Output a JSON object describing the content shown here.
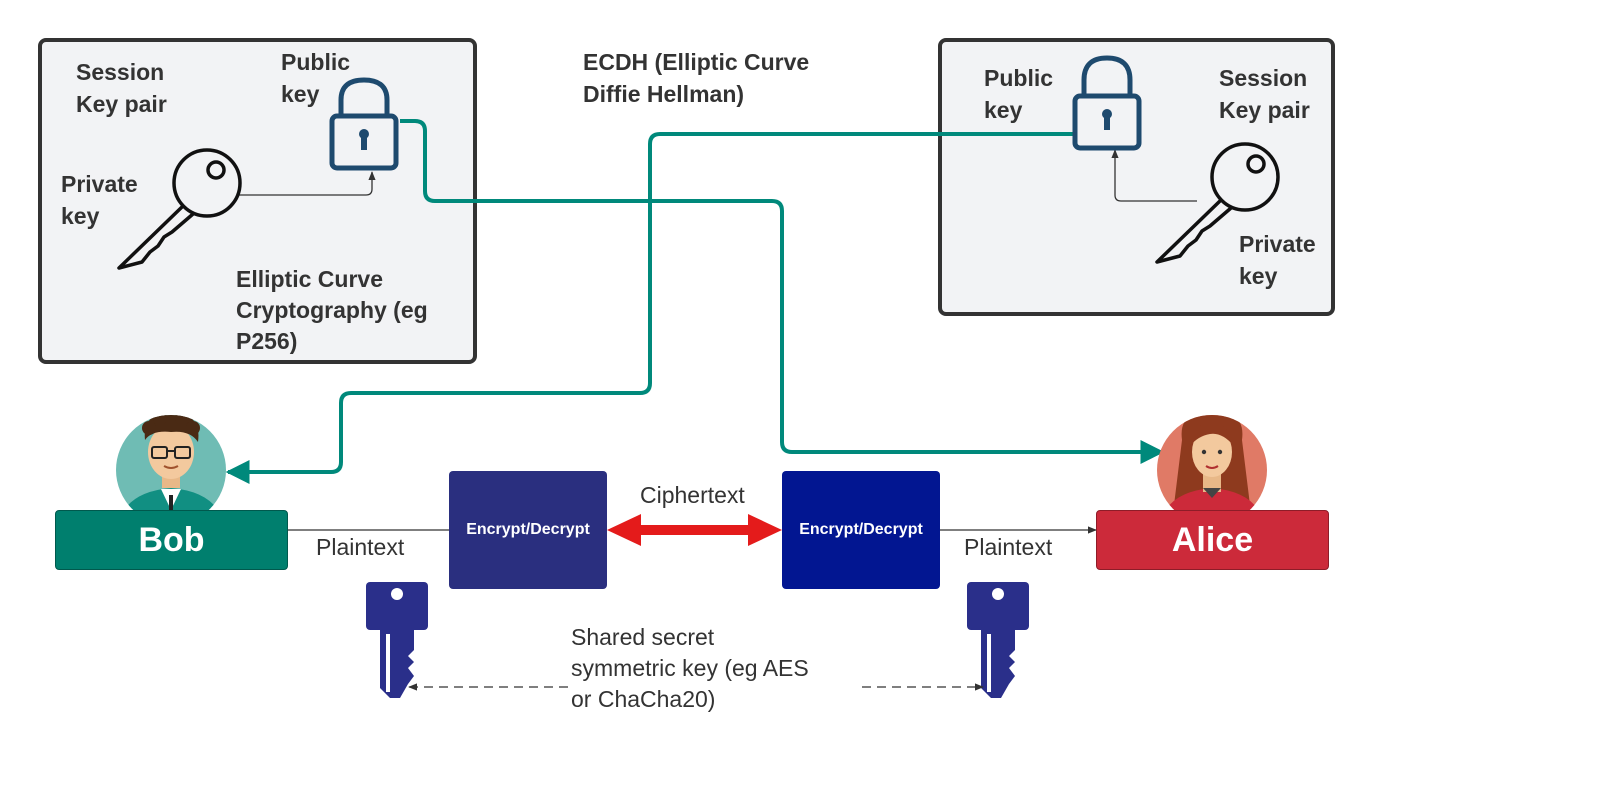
{
  "left_panel": {
    "session_label": "Session\nKey pair",
    "public_label": "Public\nkey",
    "private_label": "Private\nkey",
    "ecc_label": "Elliptic Curve\nCryptography (eg\nP256)"
  },
  "right_panel": {
    "public_label": "Public\nkey",
    "session_label": "Session\nKey pair",
    "private_label": "Private\nkey"
  },
  "ecdh_label": "ECDH (Elliptic Curve\nDiffie Hellman)",
  "bob": {
    "name": "Bob",
    "color": "#007f6e"
  },
  "alice": {
    "name": "Alice",
    "color": "#cc2a3a"
  },
  "encrypt_left": {
    "label": "Encrypt/Decrypt",
    "color": "#2a2f7f"
  },
  "encrypt_right": {
    "label": "Encrypt/Decrypt",
    "color": "#021691"
  },
  "ciphertext_label": "Ciphertext",
  "plaintext_left": "Plaintext",
  "plaintext_right": "Plaintext",
  "shared_secret_label": "Shared secret\nsymmetric key (eg AES\nor ChaCha20)",
  "colors": {
    "ecdh_line": "#00897b",
    "cipher_arrow": "#e41b1b",
    "key_blue": "#2a2f8a",
    "lock_blue": "#1e4a6e"
  },
  "icons": [
    "key-outline-icon",
    "padlock-icon",
    "person-avatar-icon",
    "key-solid-icon"
  ]
}
